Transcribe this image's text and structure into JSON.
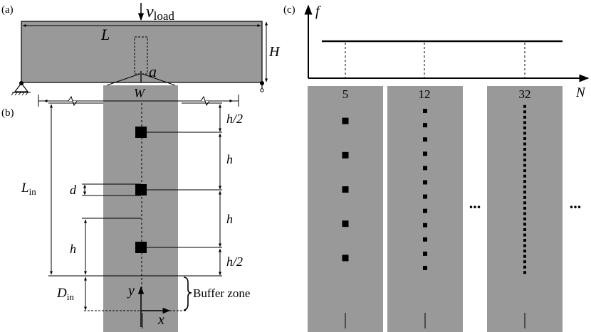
{
  "panel_a": {
    "label": "(a)",
    "load_symbol": "v",
    "load_subscript": "load",
    "length_label": "L",
    "height_label": "H",
    "notch_label": "a"
  },
  "panel_b": {
    "label": "(b)",
    "width_label": "W",
    "half_spacing_top": "h/2",
    "spacing_1": "h",
    "spacing_2": "h",
    "half_spacing_bottom": "h/2",
    "inclusion_size": "d",
    "inclusion_length": "L",
    "inclusion_length_sub": "in",
    "left_spacing": "h",
    "buffer_depth": "D",
    "buffer_depth_sub": "in",
    "buffer_label": "Buffer zone",
    "y_axis": "y",
    "x_axis": "x"
  },
  "panel_c": {
    "label": "(c)",
    "y_axis": "f",
    "x_axis": "N",
    "columns": [
      "5",
      "12",
      "32"
    ],
    "ellipsis": "..."
  },
  "colors": {
    "specimen_gray": "#999999",
    "ink": "#000000"
  }
}
